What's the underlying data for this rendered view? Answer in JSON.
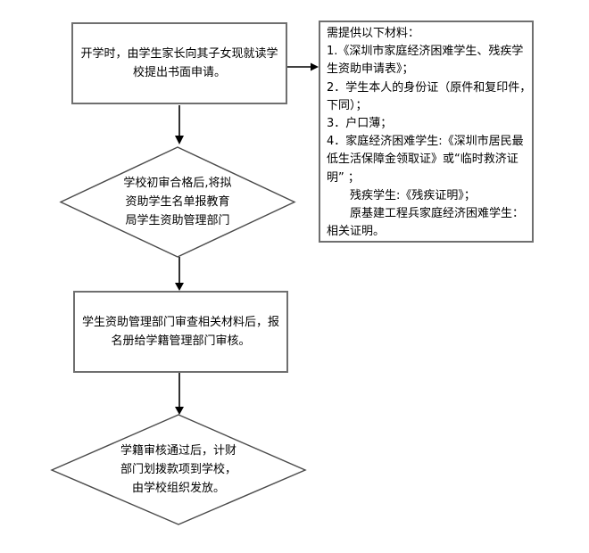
{
  "flowchart": {
    "colors": {
      "background": "#ffffff",
      "box_border": "#6f6f6f",
      "diamond_border": "#4a4a4a",
      "arrow": "#000000",
      "text": "#000000"
    },
    "step1": {
      "lines": [
        "开学时，由学生家长向其子女现就读学",
        "校提出书面申请。"
      ]
    },
    "materials": {
      "lines": [
        "需提供以下材料：",
        "1.《深圳市家庭经济困难学生、残疾学",
        "生资助申请表》；",
        "2．学生本人的身份证（原件和复印件，",
        "下同）；",
        "3．户口薄；",
        "4．家庭经济困难学生:《深圳市居民最",
        "低生活保障金领取证》或“临时救济证",
        "明” ；",
        "　　残疾学生:《残疾证明》；",
        "　　原基建工程兵家庭经济困难学生：",
        "相关证明。"
      ]
    },
    "step2": {
      "lines": [
        "学校初审合格后,将拟",
        "资助学生名单报教育",
        "局学生资助管理部门"
      ]
    },
    "step3": {
      "lines": [
        "学生资助管理部门审查相关材料后，报",
        "名册给学籍管理部门审核。"
      ]
    },
    "step4": {
      "lines": [
        "学籍审核通过后，计财",
        "部门划拨款项到学校，",
        "由学校组织发放。"
      ]
    }
  }
}
